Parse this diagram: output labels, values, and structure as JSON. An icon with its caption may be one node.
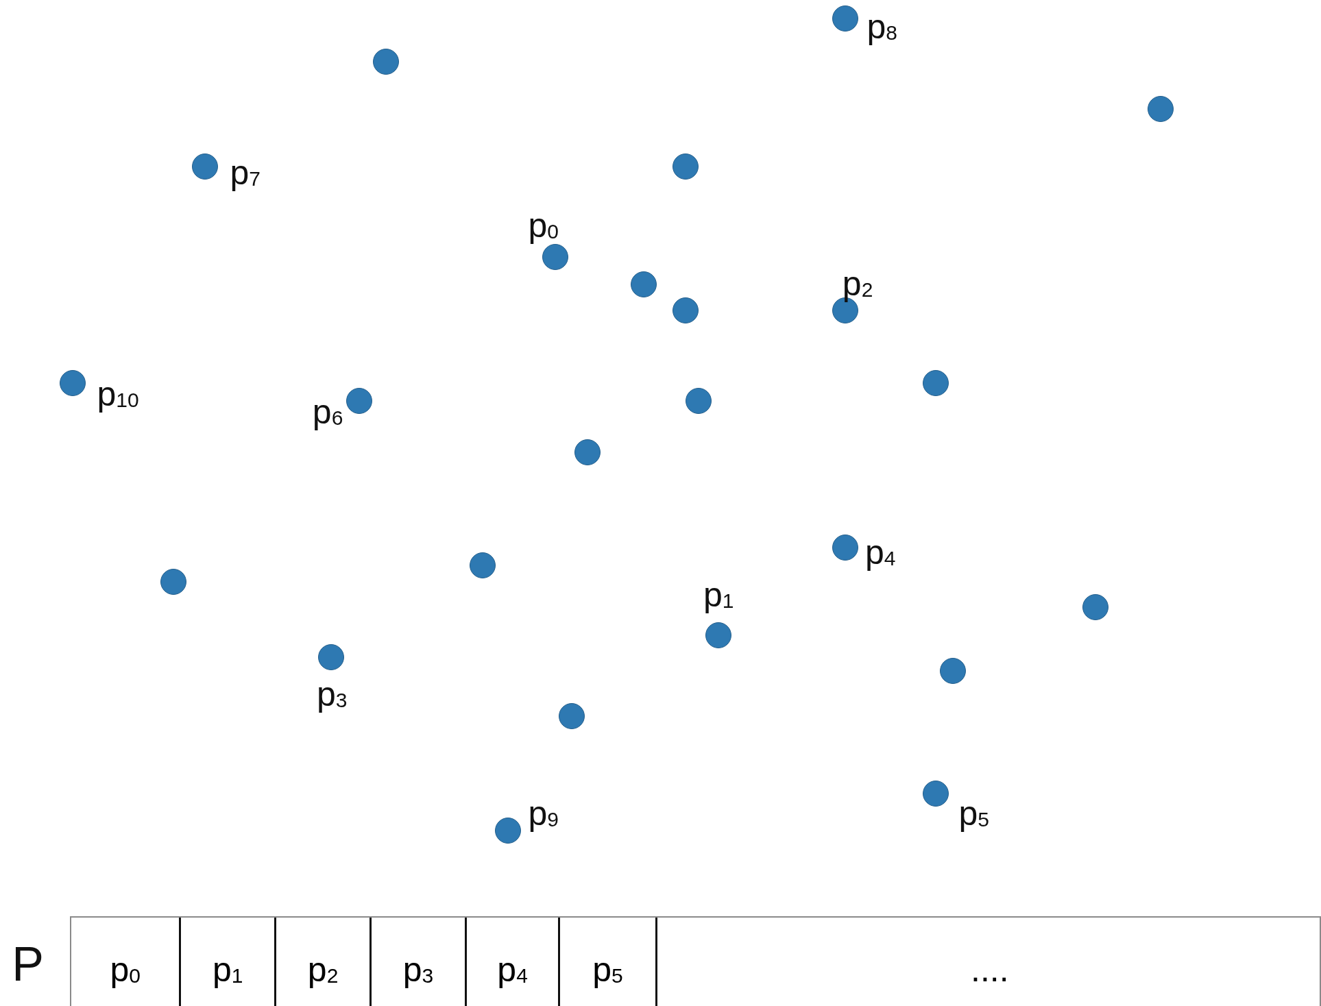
{
  "diagram": {
    "nodes": [
      {
        "text": [],
        "shape": "circle",
        "beside": [
          "p$_{8}$"
        ]
      },
      {
        "text": [],
        "shape": "circle"
      },
      {
        "text": [],
        "shape": "circle"
      },
      {
        "text": [],
        "shape": "circle",
        "beside": [
          "p$_{7}$"
        ]
      },
      {
        "text": [],
        "shape": "circle"
      },
      {
        "text": [],
        "shape": "circle",
        "beside": [
          "p$_{0}$"
        ]
      },
      {
        "text": [],
        "shape": "circle"
      },
      {
        "text": [],
        "shape": "circle"
      },
      {
        "text": [],
        "shape": "circle",
        "beside": [
          "p$_{2}$"
        ]
      },
      {
        "text": [],
        "shape": "circle",
        "beside": [
          "p$_{10}$"
        ]
      },
      {
        "text": [],
        "shape": "circle",
        "beside": [
          "p$_{6}$"
        ]
      },
      {
        "text": [],
        "shape": "circle"
      },
      {
        "text": [],
        "shape": "circle"
      },
      {
        "text": [],
        "shape": "circle"
      },
      {
        "text": [],
        "shape": "circle"
      },
      {
        "text": [],
        "shape": "circle"
      },
      {
        "text": [],
        "shape": "circle",
        "beside": [
          "p$_{4}$"
        ]
      },
      {
        "text": [],
        "shape": "circle"
      },
      {
        "text": [],
        "shape": "circle",
        "beside": [
          "p$_{1}$"
        ]
      },
      {
        "text": [],
        "shape": "circle",
        "beside": [
          "p$_{3}$"
        ]
      },
      {
        "text": [],
        "shape": "circle"
      },
      {
        "text": [],
        "shape": "circle"
      },
      {
        "text": [],
        "shape": "circle",
        "beside": [
          "p$_{5}$"
        ]
      },
      {
        "text": [],
        "shape": "circle",
        "beside": [
          "p$_{9}$"
        ]
      },
      {
        "text": [],
        "shape": "box",
        "beside": [
          "P"
        ]
      },
      {
        "text": [
          "p$_{0}$"
        ],
        "in": 24
      },
      {
        "text": [
          "p$_{1}$"
        ],
        "in": 24
      },
      {
        "text": [
          "p$_{2}$"
        ],
        "in": 24
      },
      {
        "text": [
          "p$_{3}$"
        ],
        "in": 24
      },
      {
        "text": [
          "p$_{4}$"
        ],
        "in": 24
      },
      {
        "text": [
          "p$_{5}$"
        ],
        "in": 24
      },
      {
        "text": [
          "...."
        ],
        "in": 24
      }
    ]
  }
}
